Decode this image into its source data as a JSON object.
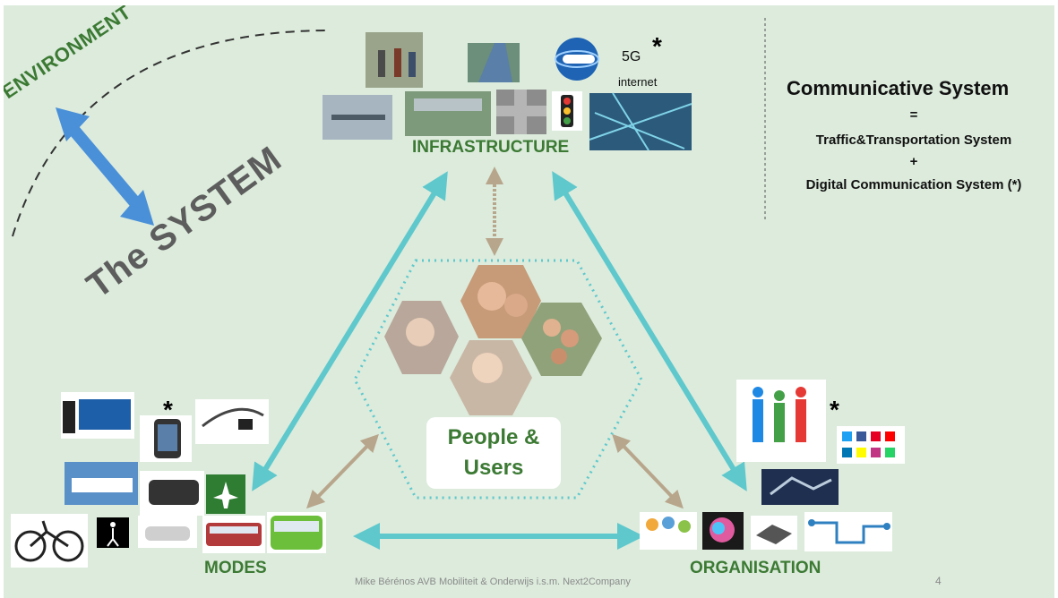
{
  "environment_label": "ENVIRONMENT",
  "system_label": "The SYSTEM",
  "communicative": {
    "title": "Communicative System",
    "eq": "=",
    "line1": "Traffic&Transportation System",
    "plus": "+",
    "line2": "Digital Communication System (*)"
  },
  "infrastructure_label": "INFRASTRUCTURE",
  "modes_label": "MODES",
  "organisation_label": "ORGANISATION",
  "people_label": "People &\nUsers",
  "fiveg": "5G",
  "internet": "internet",
  "asterisk": "*",
  "footer": "Mike Bérénos AVB Mobiliteit & Onderwijs i.s.m. Next2Company",
  "page_number": "4",
  "social_icons": [
    "twitter-icon",
    "facebook-icon",
    "pinterest-icon",
    "youtube-icon",
    "linkedin-icon",
    "snapchat-icon",
    "instagram-icon",
    "whatsapp-icon"
  ],
  "colors": {
    "background": "#dcebdc",
    "arrow_teal": "#5ec8cc",
    "arrow_tan": "#b8a68c",
    "arrow_blue": "#4a90d9",
    "label_green": "#3c7a34"
  }
}
